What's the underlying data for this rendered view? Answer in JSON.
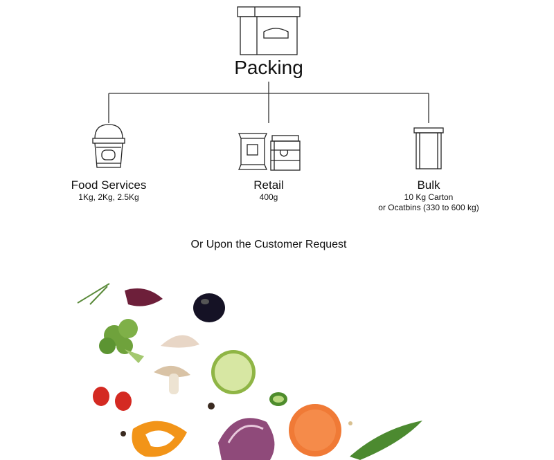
{
  "root": {
    "label": "Packing",
    "icon": "box-icon"
  },
  "nodes": [
    {
      "title": "Food Services",
      "subtitle": [
        "1Kg, 2Kg, 2.5Kg"
      ],
      "icon": "bucket-icon"
    },
    {
      "title": "Retail",
      "subtitle": [
        "400g"
      ],
      "icon": "pouch-and-jar-icon"
    },
    {
      "title": "Bulk",
      "subtitle": [
        "10 Kg Carton",
        "or Ocatbins (330 to 600 kg)"
      ],
      "icon": "bin-icon"
    }
  ],
  "note": "Or Upon the Customer Request"
}
